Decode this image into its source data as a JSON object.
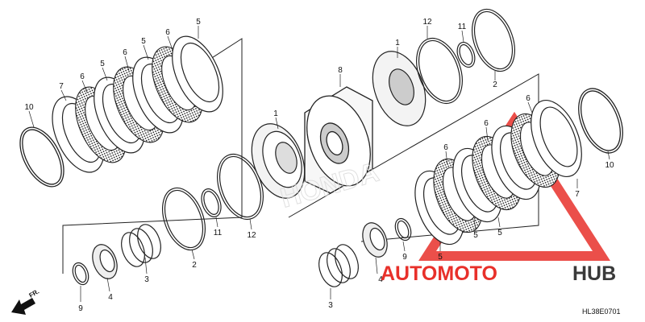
{
  "diagram": {
    "drawing_code": "HL38E0701",
    "direction_label": "FR.",
    "callouts": [
      {
        "label": "10"
      },
      {
        "label": "7"
      },
      {
        "label": "6"
      },
      {
        "label": "5"
      },
      {
        "label": "6"
      },
      {
        "label": "5"
      },
      {
        "label": "6"
      },
      {
        "label": "5"
      },
      {
        "label": "9"
      },
      {
        "label": "4"
      },
      {
        "label": "3"
      },
      {
        "label": "2"
      },
      {
        "label": "11"
      },
      {
        "label": "12"
      },
      {
        "label": "1"
      },
      {
        "label": "8"
      },
      {
        "label": "1"
      },
      {
        "label": "12"
      },
      {
        "label": "11"
      },
      {
        "label": "2"
      },
      {
        "label": "6"
      },
      {
        "label": "6"
      },
      {
        "label": "6"
      },
      {
        "label": "10"
      },
      {
        "label": "7"
      },
      {
        "label": "5"
      },
      {
        "label": "5"
      },
      {
        "label": "5"
      },
      {
        "label": "9"
      },
      {
        "label": "4"
      },
      {
        "label": "3"
      }
    ]
  },
  "watermark": {
    "part1": "AUTOMOTO",
    "part2": "HUB",
    "color_primary": "#e8302a",
    "color_secondary": "#3a3a3a"
  }
}
